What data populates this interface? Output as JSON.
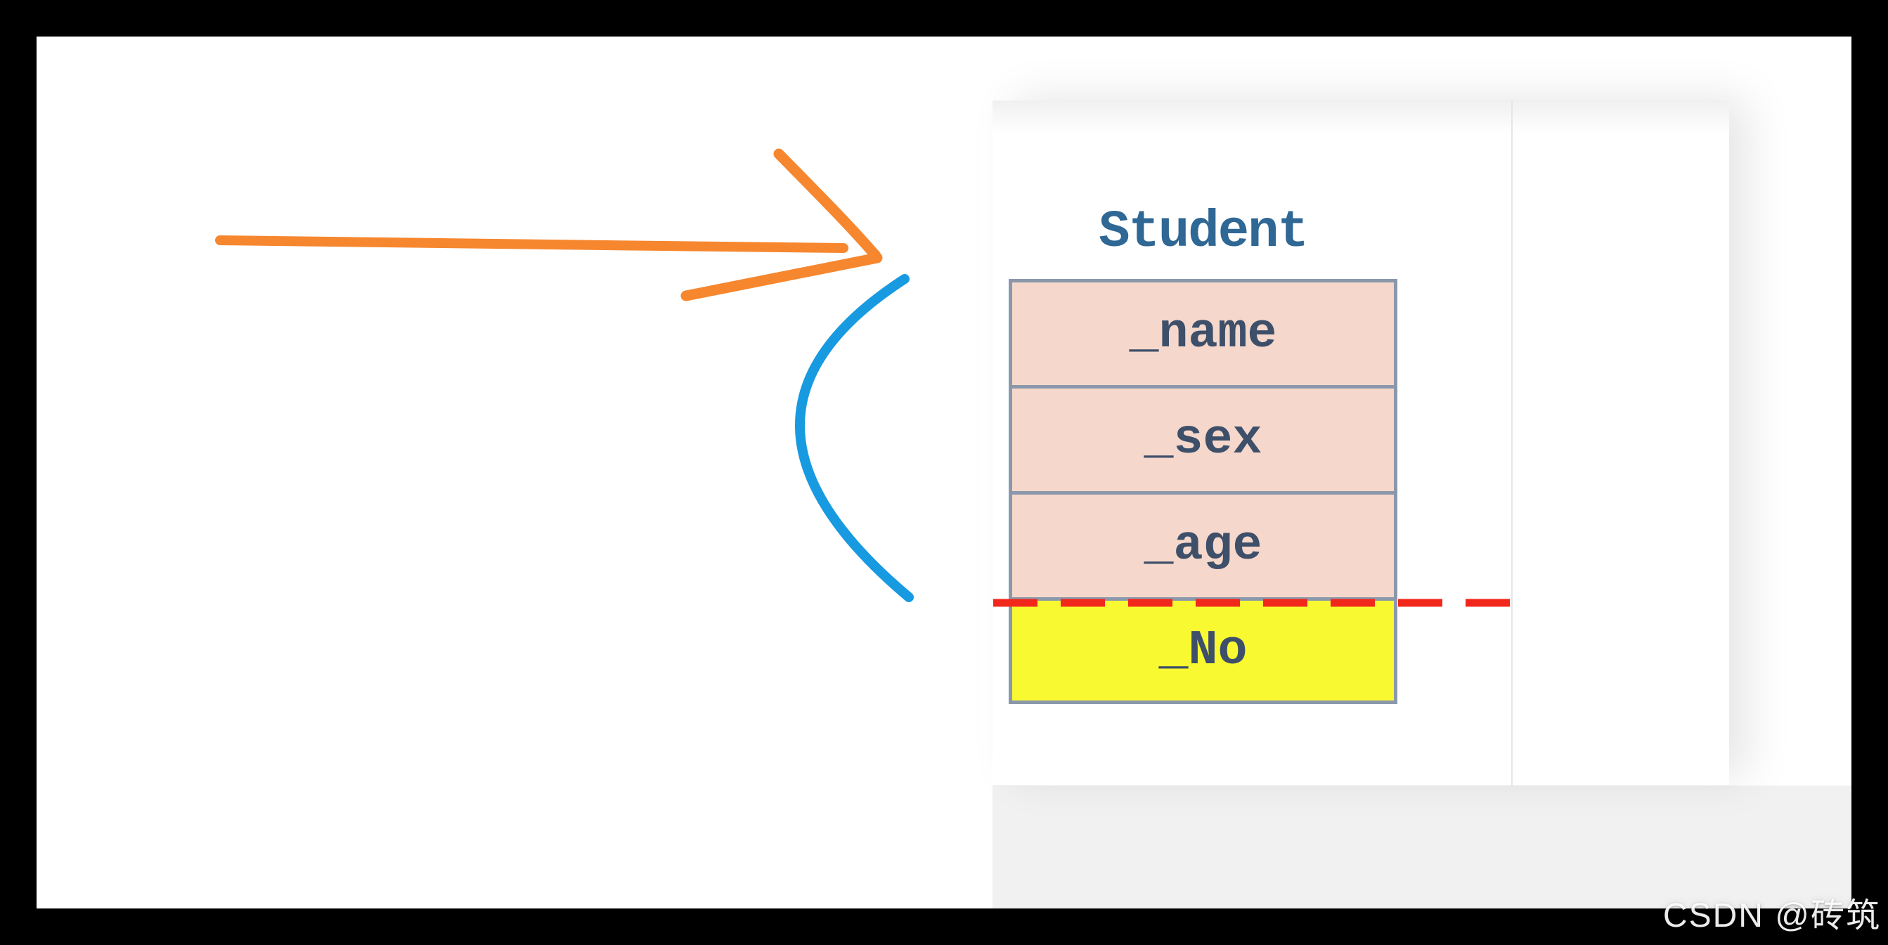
{
  "page": {
    "frame_color": "#000000",
    "content_background": "#ffffff"
  },
  "diagram": {
    "class_title": "Student",
    "title_color": "#2f6795",
    "fields": [
      {
        "label": "_name",
        "highlight": false
      },
      {
        "label": "_sex",
        "highlight": false
      },
      {
        "label": "_age",
        "highlight": false
      },
      {
        "label": "_No",
        "highlight": true
      }
    ],
    "colors": {
      "member_fill": "#f5d8cb",
      "highlight_fill": "#f9f931",
      "border": "#8b98ab",
      "label_text": "#3e4f6a"
    }
  },
  "annotations": {
    "arrow_color": "#f6872f",
    "curve_color": "#189ae1",
    "divider_line_color": "#f2271c"
  },
  "watermark": {
    "text": "CSDN @砖筑"
  }
}
